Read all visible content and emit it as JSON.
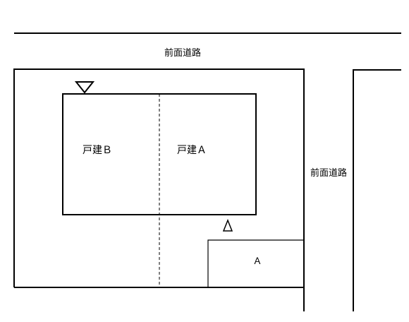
{
  "labels": {
    "road_top": "前面道路",
    "road_right": "前面道路",
    "house_b": "戸建Ｂ",
    "house_a": "戸建Ａ",
    "parking_a": "Ａ"
  },
  "colors": {
    "line": "#000000",
    "background": "#ffffff"
  }
}
